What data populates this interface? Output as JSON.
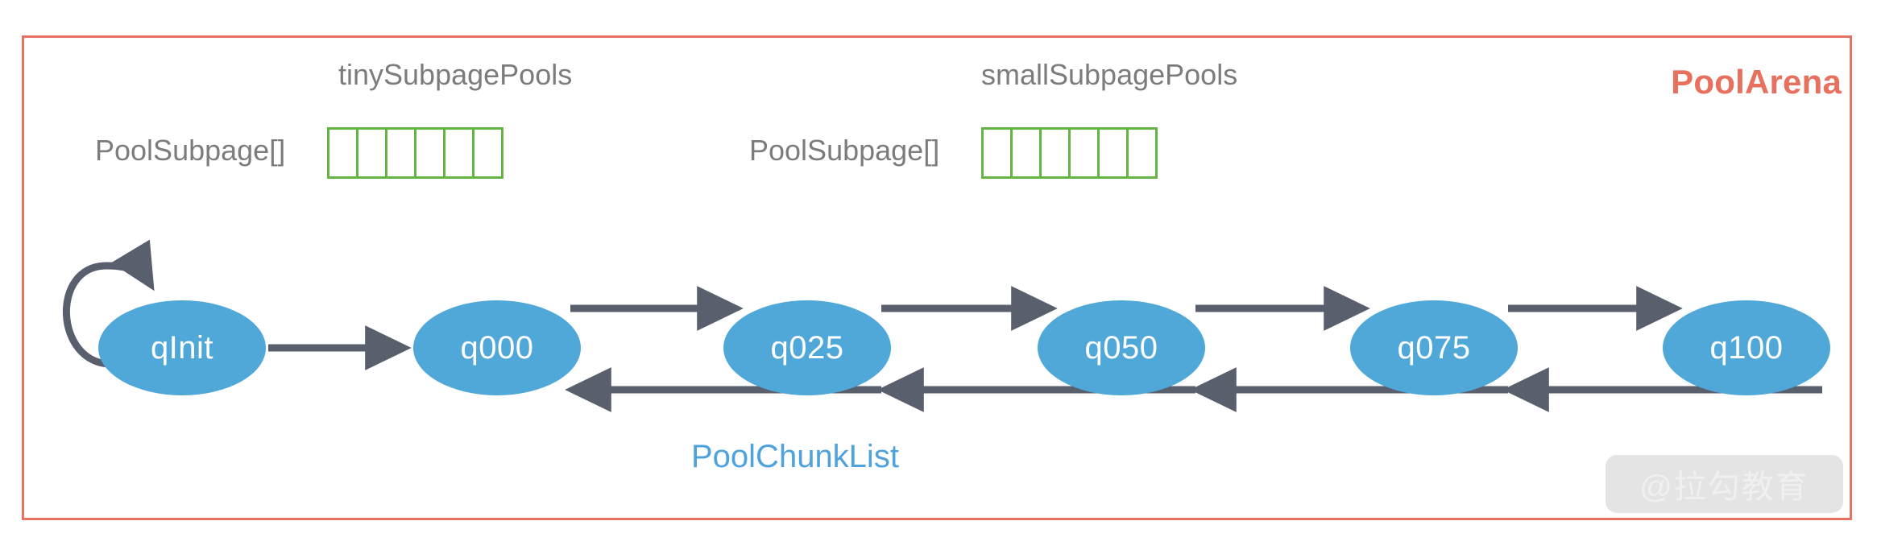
{
  "arena": {
    "title": "PoolArena",
    "border_color": "#e8705f"
  },
  "subpage_pools": [
    {
      "header": "tinySubpagePools",
      "array_label": "PoolSubpage[]",
      "cell_count": 6,
      "cell_border_color": "#63b445"
    },
    {
      "header": "smallSubpagePools",
      "array_label": "PoolSubpage[]",
      "cell_count": 6,
      "cell_border_color": "#63b445"
    }
  ],
  "chunk_list": {
    "caption": "PoolChunkList",
    "caption_color": "#4fa3dd",
    "node_color": "#50a8d8",
    "arrow_color": "#5a5f6e",
    "nodes": [
      {
        "id": "qinit",
        "label": "qInit"
      },
      {
        "id": "q000",
        "label": "q000"
      },
      {
        "id": "q025",
        "label": "q025"
      },
      {
        "id": "q050",
        "label": "q050"
      },
      {
        "id": "q075",
        "label": "q075"
      },
      {
        "id": "q100",
        "label": "q100"
      }
    ],
    "edges": [
      {
        "from": "qinit",
        "to": "qinit",
        "kind": "self-loop"
      },
      {
        "from": "qinit",
        "to": "q000",
        "kind": "single"
      },
      {
        "from": "q000",
        "to": "q025",
        "kind": "bidirectional"
      },
      {
        "from": "q025",
        "to": "q050",
        "kind": "bidirectional"
      },
      {
        "from": "q050",
        "to": "q075",
        "kind": "bidirectional"
      },
      {
        "from": "q075",
        "to": "q100",
        "kind": "bidirectional"
      }
    ]
  },
  "watermark": {
    "text": "@拉勾教育"
  }
}
